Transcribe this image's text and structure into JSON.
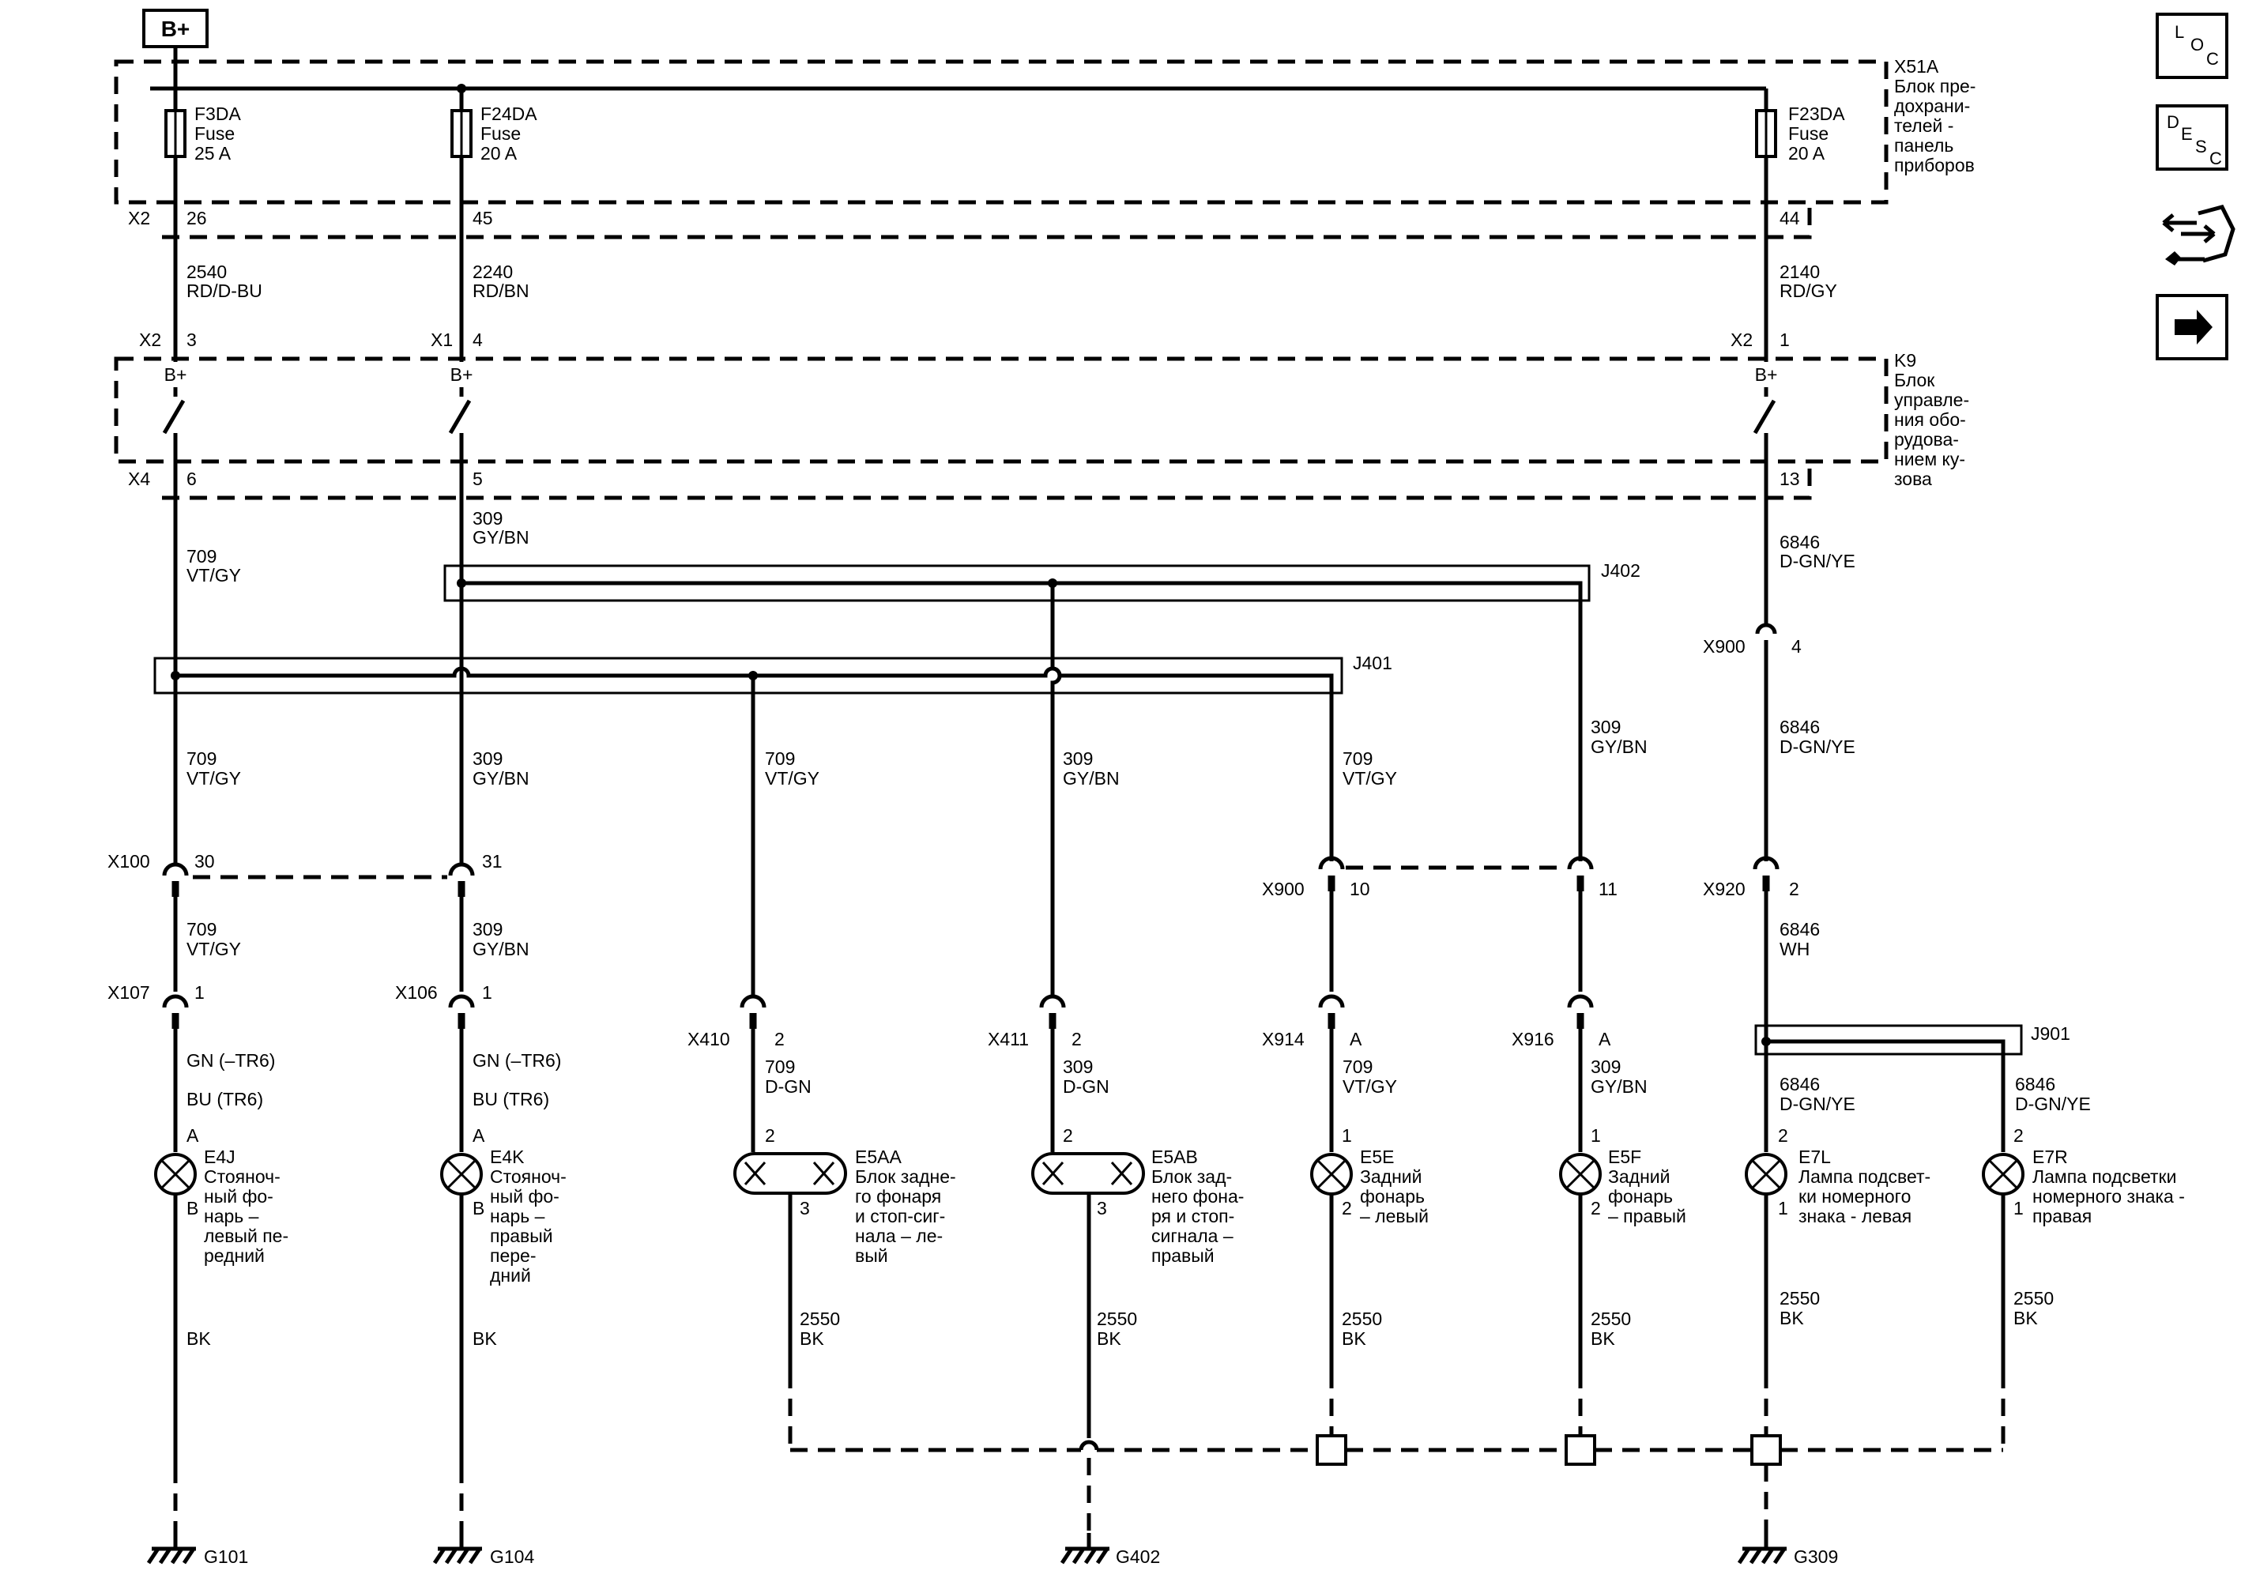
{
  "source_label": "B+",
  "fuse_block": {
    "lines": [
      "X51A",
      "Блок пре-",
      "дохрани-",
      "телей -",
      "панель",
      "приборов"
    ],
    "fuses": [
      {
        "lines": [
          "F3DA",
          "Fuse",
          "25 A"
        ]
      },
      {
        "lines": [
          "F24DA",
          "Fuse",
          "20 A"
        ]
      },
      {
        "lines": [
          "F23DA",
          "Fuse",
          "20 A"
        ]
      }
    ],
    "out_pins": [
      {
        "conn": "X2",
        "pin": "26"
      },
      {
        "conn": "",
        "pin": "45"
      },
      {
        "conn": "",
        "pin": "44"
      }
    ]
  },
  "feed_wires": [
    {
      "circuit": "2540",
      "color": "RD/D-BU"
    },
    {
      "circuit": "2240",
      "color": "RD/BN"
    },
    {
      "circuit": "2140",
      "color": "RD/GY"
    }
  ],
  "bcm": {
    "lines": [
      "K9",
      "Блок",
      "управле-",
      "ния обо-",
      "рудова-",
      "нием ку-",
      "зова"
    ],
    "in_pins": [
      {
        "conn": "X2",
        "pin": "3"
      },
      {
        "conn": "X1",
        "pin": "4"
      },
      {
        "conn": "X2",
        "pin": "1"
      }
    ],
    "switch_label": "B+",
    "out_pins": [
      {
        "conn": "X4",
        "pin": "6"
      },
      {
        "conn": "",
        "pin": "5"
      },
      {
        "conn": "",
        "pin": "13"
      }
    ]
  },
  "splices": {
    "j402": "J402",
    "j401": "J401",
    "j901": "J901"
  },
  "wires": {
    "w709_top": {
      "circuit": "709",
      "color": "VT/GY"
    },
    "w309_top": {
      "circuit": "309",
      "color": "GY/BN"
    },
    "w6846_top": {
      "circuit": "6846",
      "color": "D-GN/YE"
    },
    "w6846_mid": {
      "circuit": "6846",
      "color": "D-GN/YE"
    },
    "w709_a": {
      "circuit": "709",
      "color": "VT/GY"
    },
    "w309_a": {
      "circuit": "309",
      "color": "GY/BN"
    },
    "w709_b": {
      "circuit": "709",
      "color": "VT/GY"
    },
    "w309_b": {
      "circuit": "309",
      "color": "GY/BN"
    },
    "w709_c": {
      "circuit": "709",
      "color": "VT/GY"
    },
    "w309_c": {
      "circuit": "309",
      "color": "GY/BN"
    },
    "w709_d": {
      "circuit": "709",
      "color": "VT/GY"
    },
    "w309_d": {
      "circuit": "309",
      "color": "GY/BN"
    },
    "w6846_wh": {
      "circuit": "6846",
      "color": "WH"
    },
    "w709_e": {
      "circuit": "709",
      "color": "D-GN"
    },
    "w309_e": {
      "circuit": "309",
      "color": "D-GN"
    },
    "w709_f": {
      "circuit": "709",
      "color": "VT/GY"
    },
    "w309_f": {
      "circuit": "309",
      "color": "GY/BN"
    },
    "w6846_l": {
      "circuit": "6846",
      "color": "D-GN/YE"
    },
    "w6846_r": {
      "circuit": "6846",
      "color": "D-GN/YE"
    }
  },
  "connectors": {
    "x900_4": {
      "name": "X900",
      "pin": "4"
    },
    "x100": {
      "name": "X100",
      "pin": "30"
    },
    "x100b": {
      "pin": "31"
    },
    "x900_10": {
      "name": "X900",
      "pin": "10"
    },
    "x900_11": {
      "pin": "11"
    },
    "x920": {
      "name": "X920",
      "pin": "2"
    },
    "x107": {
      "name": "X107",
      "pin": "1"
    },
    "x106": {
      "name": "X106",
      "pin": "1"
    },
    "x410": {
      "name": "X410",
      "pin": "2"
    },
    "x411": {
      "name": "X411",
      "pin": "2"
    },
    "x914": {
      "name": "X914",
      "pin": "A"
    },
    "x916": {
      "name": "X916",
      "pin": "A"
    }
  },
  "lamp_wire_opts": {
    "a": "GN (–TR6)",
    "b": "BU (TR6)"
  },
  "lamps": [
    {
      "id": "E4J",
      "pin_top": "A",
      "pin_bot": "B",
      "lines": [
        "Стояноч-",
        "ный фо-",
        "нарь –",
        "левый пе-",
        "редний"
      ]
    },
    {
      "id": "E4K",
      "pin_top": "A",
      "pin_bot": "B",
      "lines": [
        "Стояноч-",
        "ный фо-",
        "нарь –",
        "правый",
        "пере-",
        "дний"
      ]
    },
    {
      "id": "E5AA",
      "pin_top": "2",
      "pin_bot": "3",
      "lines": [
        "Блок задне-",
        "го фонаря",
        "и стоп-сиг-",
        "нала – ле-",
        "вый"
      ]
    },
    {
      "id": "E5AB",
      "pin_top": "2",
      "pin_bot": "3",
      "lines": [
        "Блок зад-",
        "него фона-",
        "ря и стоп-",
        "сигнала –",
        "правый"
      ]
    },
    {
      "id": "E5E",
      "pin_top": "1",
      "pin_bot": "2",
      "lines": [
        "Задний",
        "фонарь",
        "– левый"
      ]
    },
    {
      "id": "E5F",
      "pin_top": "1",
      "pin_bot": "2",
      "lines": [
        "Задний",
        "фонарь",
        "– правый"
      ]
    },
    {
      "id": "E7L",
      "pin_top": "2",
      "pin_bot": "1",
      "lines": [
        "Лампа подсвет-",
        "ки номерного",
        "знака - левая"
      ]
    },
    {
      "id": "E7R",
      "pin_top": "2",
      "pin_bot": "1",
      "lines": [
        "Лампа подсветки",
        "номерного знака -",
        "правая"
      ]
    }
  ],
  "ground_wires": [
    {
      "circuit": "",
      "color": "BK"
    },
    {
      "circuit": "",
      "color": "BK"
    },
    {
      "circuit": "2550",
      "color": "BK"
    },
    {
      "circuit": "2550",
      "color": "BK"
    },
    {
      "circuit": "2550",
      "color": "BK"
    },
    {
      "circuit": "2550",
      "color": "BK"
    },
    {
      "circuit": "2550",
      "color": "BK"
    },
    {
      "circuit": "2550",
      "color": "BK"
    }
  ],
  "grounds": [
    "G101",
    "G104",
    "G402",
    "G309"
  ],
  "nav_icons": {
    "loc": [
      "L",
      "O",
      "C"
    ],
    "desc": [
      "D",
      "E",
      "S",
      "C"
    ],
    "connector_icon": "connector-icon",
    "next_icon": "arrow-right-icon"
  }
}
